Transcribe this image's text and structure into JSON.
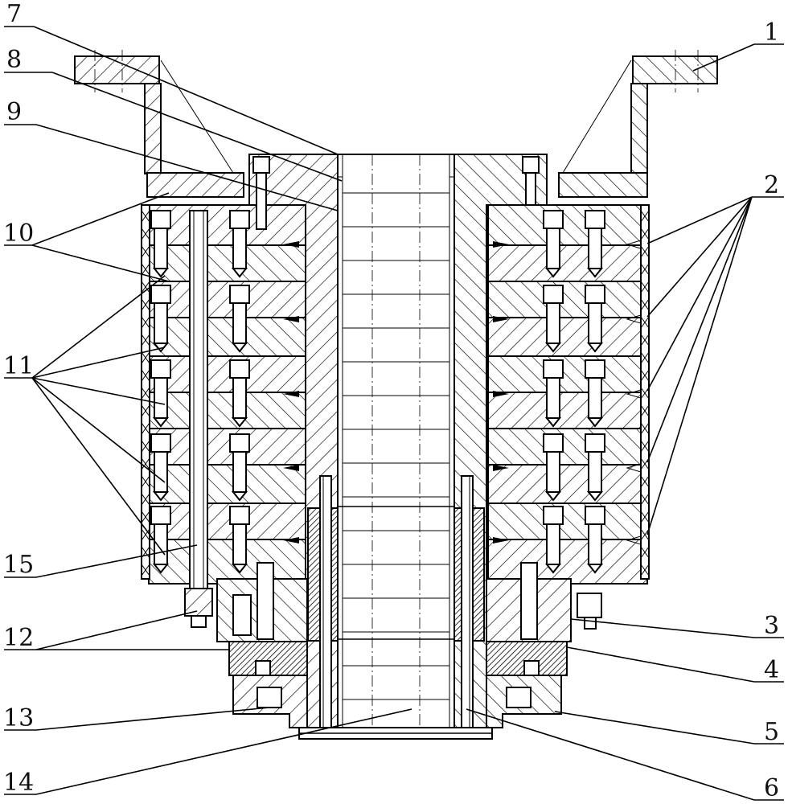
{
  "labels": {
    "n1": "1",
    "n2": "2",
    "n3": "3",
    "n4": "4",
    "n5": "5",
    "n6": "6",
    "n7": "7",
    "n8": "8",
    "n9": "9",
    "n10": "10",
    "n11": "11",
    "n12": "12",
    "n13": "13",
    "n14": "14",
    "n15": "15"
  },
  "colors": {
    "ink": "#000000",
    "paper": "#ffffff"
  }
}
